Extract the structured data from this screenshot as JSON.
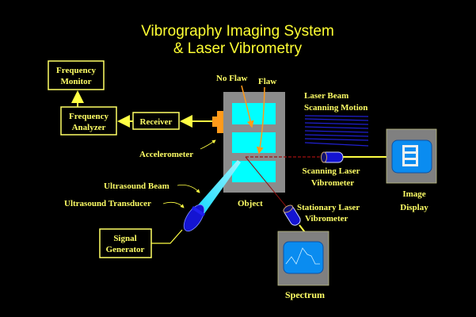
{
  "title": {
    "line1": "Vibrography Imaging System",
    "line2": "& Laser Vibrometry"
  },
  "labels": {
    "frequency_monitor": [
      "Frequency",
      "Monitor"
    ],
    "frequency_analyzer": [
      "Frequency",
      "Analyzer"
    ],
    "receiver": "Receiver",
    "accelerometer": "Accelerometer",
    "no_flaw": "No Flaw",
    "flaw": "Flaw",
    "laser_beam_scanning": [
      "Laser Beam",
      "Scanning Motion"
    ],
    "scanning_laser_vibrometer": [
      "Scanning Laser",
      "Vibrometer"
    ],
    "image_display": [
      "Image",
      "Display"
    ],
    "object": "Object",
    "stationary_laser_vibrometer": [
      "Stationary Laser",
      "Vibrometer"
    ],
    "spectrum": "Spectrum",
    "ultrasound_beam": "Ultrasound Beam",
    "ultrasound_transducer": "Ultrasound Transducer",
    "signal_generator": [
      "Signal",
      "Generator"
    ]
  },
  "colors": {
    "text": "#ffff66",
    "object": "#8c8c8c",
    "panel": "#00ffff",
    "device": "#1414d2",
    "screen": "#0a8cf0",
    "accent": "#ff9a1a",
    "laser": "#a01010"
  }
}
